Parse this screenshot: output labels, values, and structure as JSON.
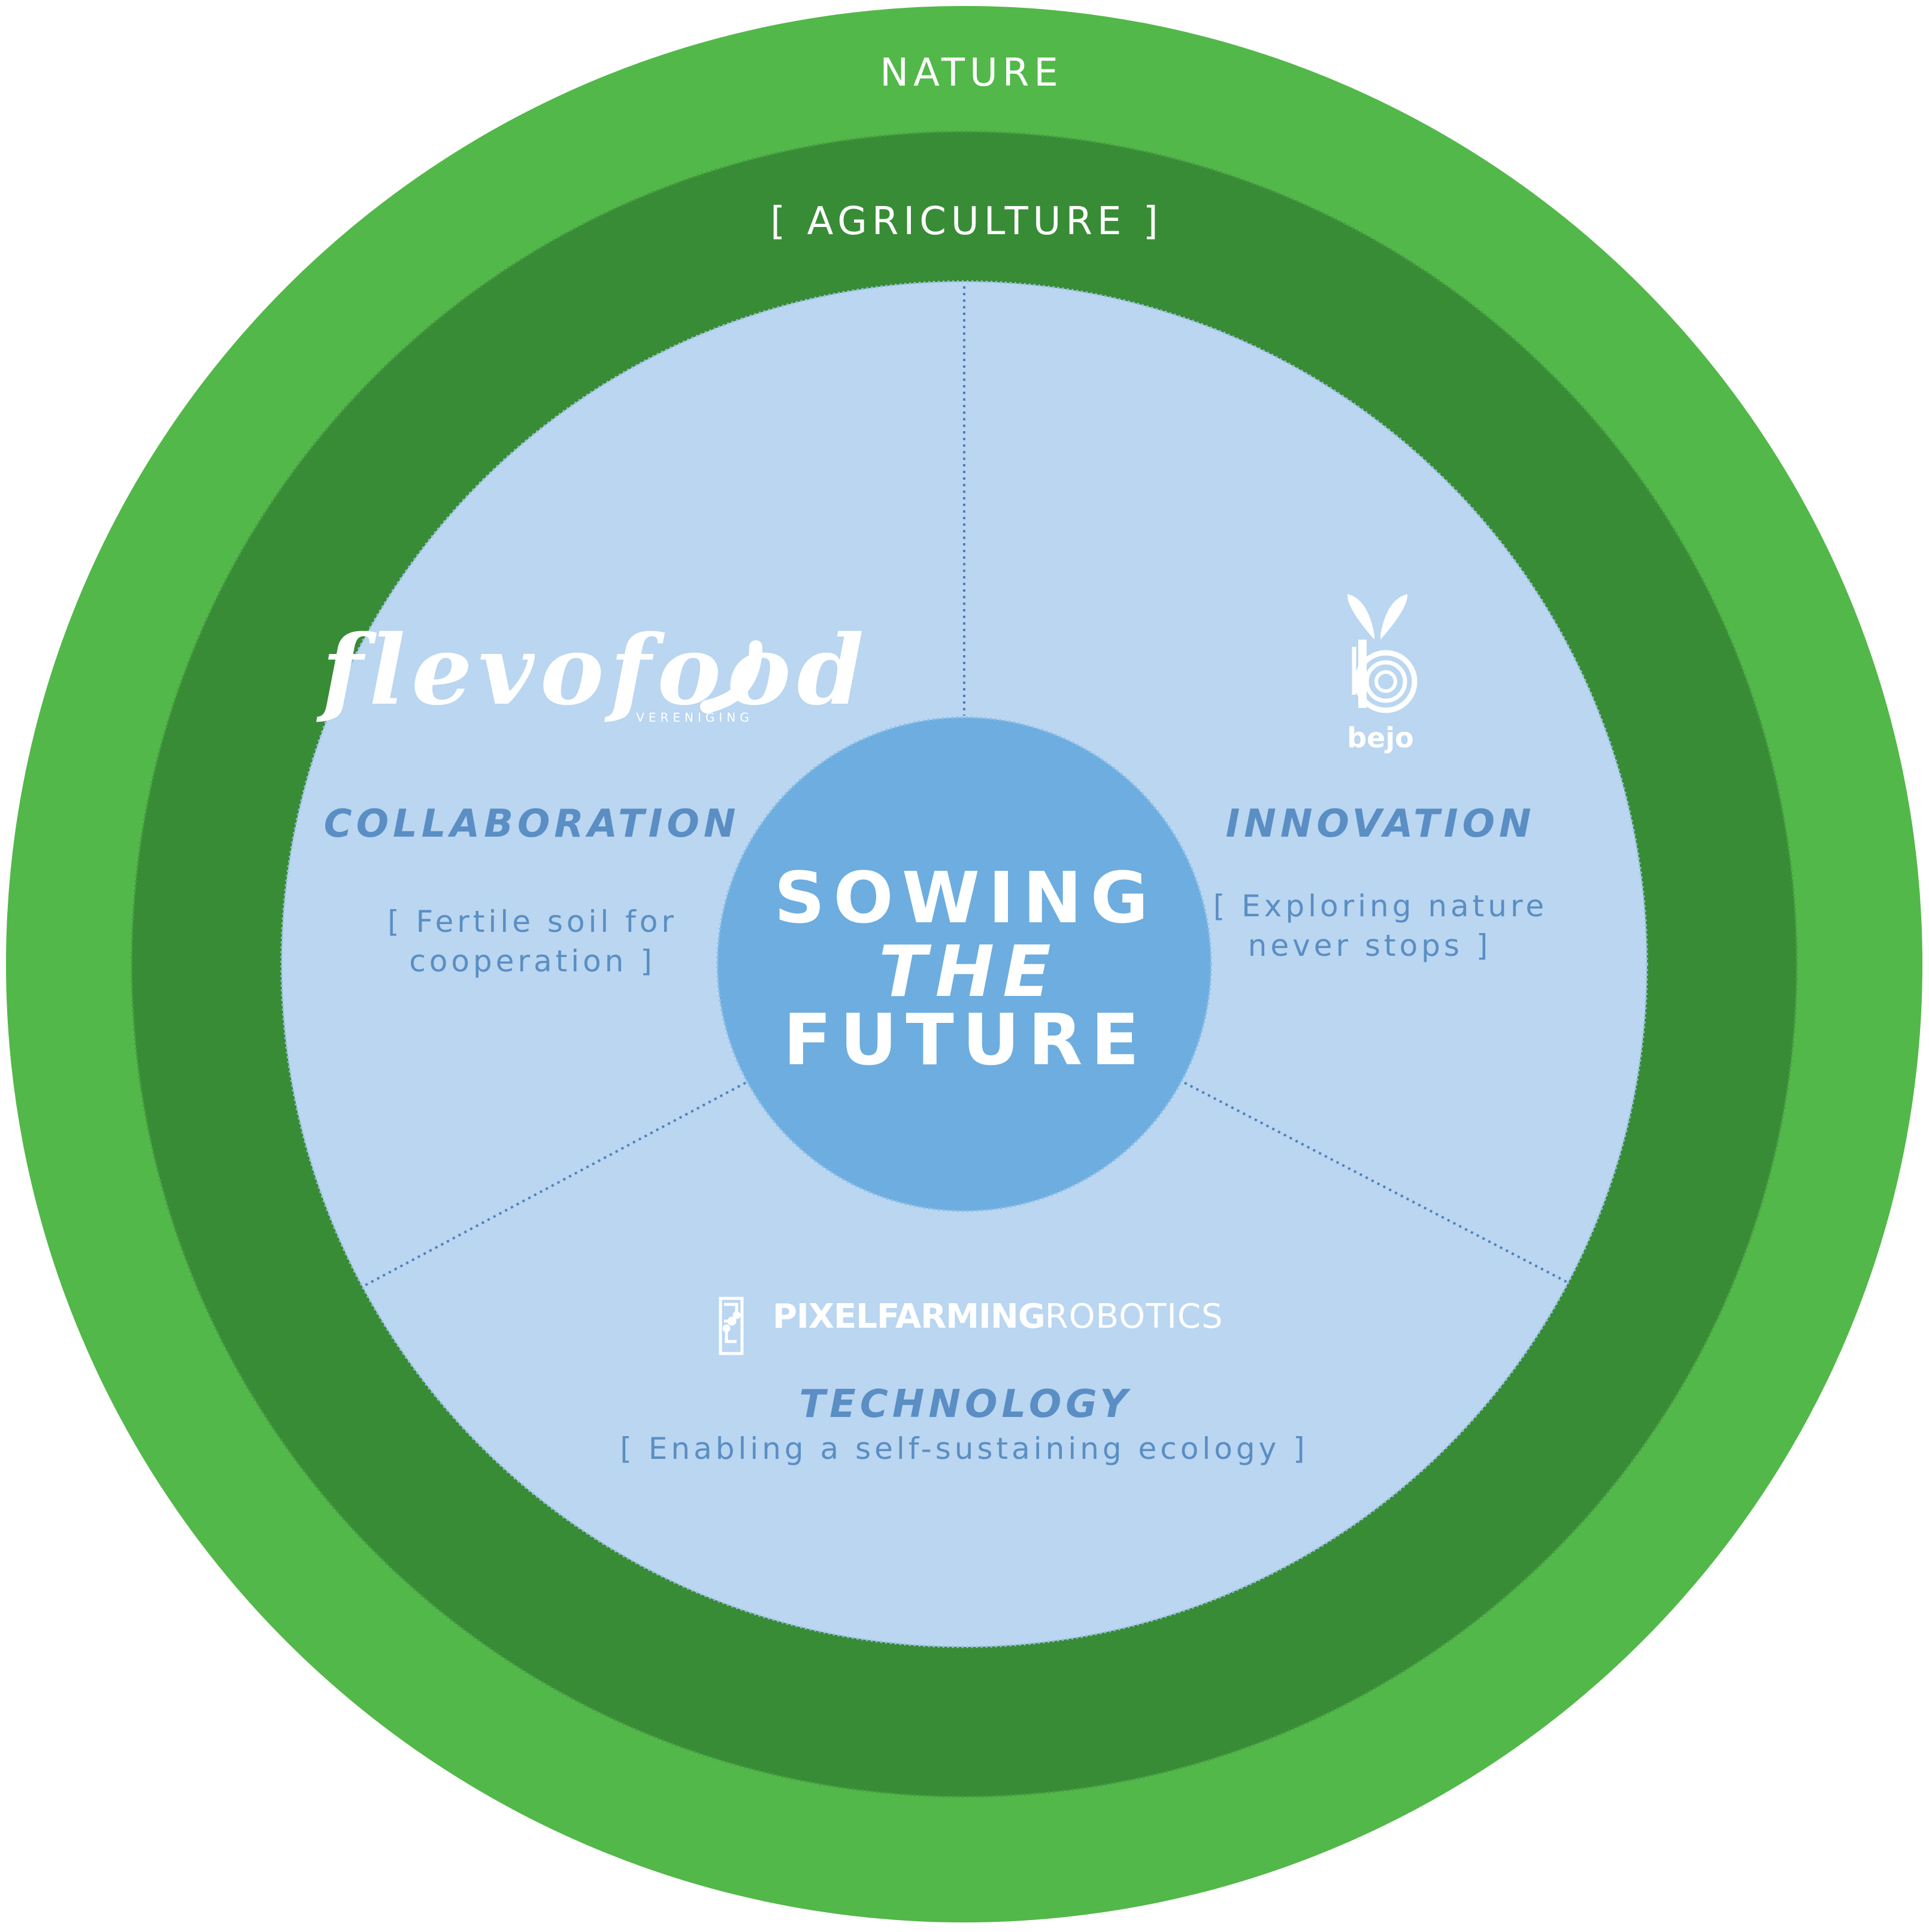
{
  "colors": {
    "nature": "#52b849",
    "agriculture": "#388c36",
    "segments": "#bad6f0",
    "core": "#6daddf",
    "divider": "#4f7fbb",
    "text_blue": "#5a8ec4",
    "white": "#ffffff"
  },
  "rings": {
    "outer_label": "NATURE",
    "middle_label": "[ AGRICULTURE ]"
  },
  "center": {
    "line1": "SOWING",
    "line2": "THE",
    "line3": "FUTURE"
  },
  "segments": {
    "collaboration": {
      "title": "COLLABORATION",
      "subtitle_line1": "[ Fertile soil for",
      "subtitle_line2": "cooperation ]",
      "logo": {
        "name": "flevofood",
        "wordmark": "flevofood",
        "tagline": "VERENIGING"
      }
    },
    "innovation": {
      "title": "INNOVATION",
      "subtitle_line1": "[ Exploring nature",
      "subtitle_line2": "never stops ]",
      "logo": {
        "name": "bejo",
        "wordmark": "bejo"
      }
    },
    "technology": {
      "title": "TECHNOLOGY",
      "subtitle": "[ Enabling a self-sustaining ecology ]",
      "logo": {
        "name": "pixelfarming-robotics",
        "bold_part": "PIXELFARMING",
        "light_part": "ROBOTICS"
      }
    }
  },
  "icons": {
    "flevofood": "flevofood-logo-icon",
    "bejo": "bejo-sprout-logo-icon",
    "pixelfarming": "pixelfarming-circuit-icon"
  }
}
